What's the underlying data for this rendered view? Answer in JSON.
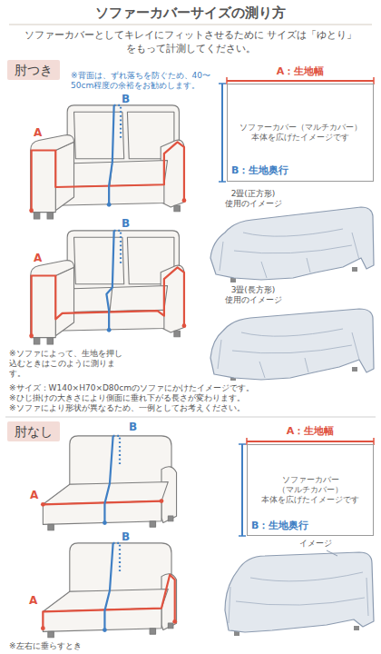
{
  "diagram": {
    "title": "ソファーカバーサイズの測り方",
    "nodes": [
      {
        "text": [
          "肘つき"
        ]
      },
      {
        "text": [
          "ソファーカバー（マルチカバー） 本体を広げたイメージです"
        ]
      },
      {
        "text": [
          "肘なし"
        ]
      },
      {
        "text": [
          "ソファーカバー （マルチカバー） 本体を広げたイメージです"
        ]
      }
    ],
    "labels": [
      "ソファーカバーとしてキレイにフィットさせるために サイズは「ゆとり」をもって計測してください。",
      "※背面は、ずれ落ちを防ぐため、40〜50cm程度の余裕をお勧めします。",
      "A",
      "B",
      "A：生地幅",
      "B：生地奥行",
      "2畳(正方形) 使用のイメージ",
      "A",
      "B",
      "3畳(長方形) 使用のイメージ",
      "※ソファによって、生地を押し込むときはこのように測ります。",
      "※サイズ：W140×H70×D80cmのソファにかけたイメージです。",
      "※ひじ掛けの大きさにより側面に垂れ下がる長さが変わります。",
      "※ソファにより形状が異なるため、一例としてお考えください。",
      "B",
      "A",
      "A：生地幅",
      "B：生地奥行",
      "B",
      "A",
      "イメージ",
      "※左右に垂らすとき"
    ]
  }
}
